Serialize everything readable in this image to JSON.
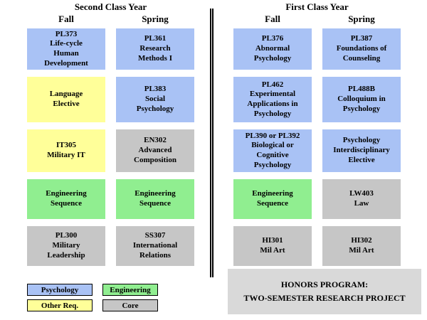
{
  "colors": {
    "psychology": "#a9c2f5",
    "engineering": "#90ee90",
    "other": "#ffff99",
    "core": "#c6c6c6",
    "honors": "#d9d9d9"
  },
  "second_class_year": {
    "title": "Second Class Year",
    "fall": {
      "header": "Fall",
      "boxes": [
        {
          "text": "PL373\nLife-cycle\nHuman\nDevelopment",
          "category": "psychology"
        },
        {
          "text": "Language\nElective",
          "category": "other"
        },
        {
          "text": "IT305\nMilitary IT",
          "category": "other"
        },
        {
          "text": "Engineering\nSequence",
          "category": "engineering"
        },
        {
          "text": "PL300\nMilitary\nLeadership",
          "category": "core"
        }
      ]
    },
    "spring": {
      "header": "Spring",
      "boxes": [
        {
          "text": "PL361\nResearch\nMethods I",
          "category": "psychology"
        },
        {
          "text": "PL383\nSocial\nPsychology",
          "category": "psychology"
        },
        {
          "text": "EN302\nAdvanced\nComposition",
          "category": "core"
        },
        {
          "text": "Engineering\nSequence",
          "category": "engineering"
        },
        {
          "text": "SS307\nInternational\nRelations",
          "category": "core"
        }
      ]
    }
  },
  "first_class_year": {
    "title": "First Class Year",
    "fall": {
      "header": "Fall",
      "boxes": [
        {
          "text": "PL376\nAbnormal\nPsychology",
          "category": "psychology"
        },
        {
          "text": "PL462\nExperimental\nApplications in\nPsychology",
          "category": "psychology"
        },
        {
          "text": "PL390 or PL392\nBiological or\nCognitive\nPsychology",
          "category": "psychology"
        },
        {
          "text": "Engineering\nSequence",
          "category": "engineering"
        },
        {
          "text": "HI301\nMil Art",
          "category": "core"
        }
      ]
    },
    "spring": {
      "header": "Spring",
      "boxes": [
        {
          "text": "PL387\nFoundations of\nCounseling",
          "category": "psychology"
        },
        {
          "text": "PL488B\nColloquium in\nPsychology",
          "category": "psychology"
        },
        {
          "text": "Psychology\nInterdisciplinary\nElective",
          "category": "psychology"
        },
        {
          "text": "LW403\nLaw",
          "category": "core"
        },
        {
          "text": "HI302\nMil Art",
          "category": "core"
        }
      ]
    }
  },
  "legend": {
    "items": [
      {
        "label": "Psychology",
        "category": "psychology"
      },
      {
        "label": "Engineering",
        "category": "engineering"
      },
      {
        "label": "Other Req.",
        "category": "other"
      },
      {
        "label": "Core",
        "category": "core"
      }
    ]
  },
  "honors": {
    "category": "honors",
    "text": "HONORS PROGRAM:\nTWO-SEMESTER RESEARCH PROJECT"
  }
}
